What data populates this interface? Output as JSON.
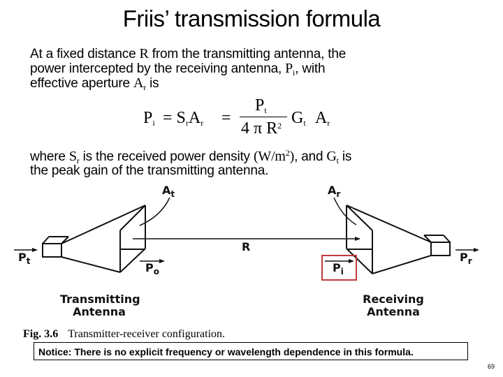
{
  "title": "Friis’ transmission formula",
  "intro": {
    "part1": "At a fixed distance ",
    "R": "R",
    "part2": " from the transmitting antenna, the",
    "line2_a": "power intercepted by the receiving antenna, ",
    "Pi": "P",
    "Pi_sub": "i",
    "line2_b": ", with",
    "line3_a": "effective aperture ",
    "Ar": "A",
    "Ar_sub": "r",
    "line3_b": " is"
  },
  "equation": {
    "lhs": "P",
    "lhs_sub": "i",
    "eq1": "= S",
    "s_sub": "r",
    "a1": "A",
    "a1_sub": "r",
    "eq2": "=",
    "num": "P",
    "num_sub": "t",
    "den": "4 π R",
    "den_sup": "2",
    "g": "G",
    "g_sub": "t",
    "a2": "A",
    "a2_sub": "r"
  },
  "where": {
    "a": "where ",
    "S": "S",
    "S_sub": "r",
    "b": " is the received power density ",
    "units": "(W/m",
    "units_sup": "2",
    "units_close": ")",
    "c": ", and ",
    "G": "G",
    "G_sub": "t",
    "d": " is",
    "line2": "the peak gain of the transmitting antenna."
  },
  "diagram": {
    "labels": {
      "At": "A",
      "At_sub": "t",
      "Ar": "A",
      "Ar_sub": "r",
      "Pt": "P",
      "Pt_sub": "t",
      "Po": "P",
      "Po_sub": "o",
      "R": "R",
      "Pi": "P",
      "Pi_sub": "i",
      "Pr": "P",
      "Pr_sub": "r",
      "tx_line1": "Transmitting",
      "tx_line2": "Antenna",
      "rx_line1": "Receiving",
      "rx_line2": "Antenna"
    },
    "highlight_color": "#c0393b"
  },
  "figure_caption": {
    "number": "Fig. 3.6",
    "text": "Transmitter-receiver configuration."
  },
  "notice": "Notice:  There is no explicit frequency or wavelength dependence in this formula.",
  "page_number": "69"
}
